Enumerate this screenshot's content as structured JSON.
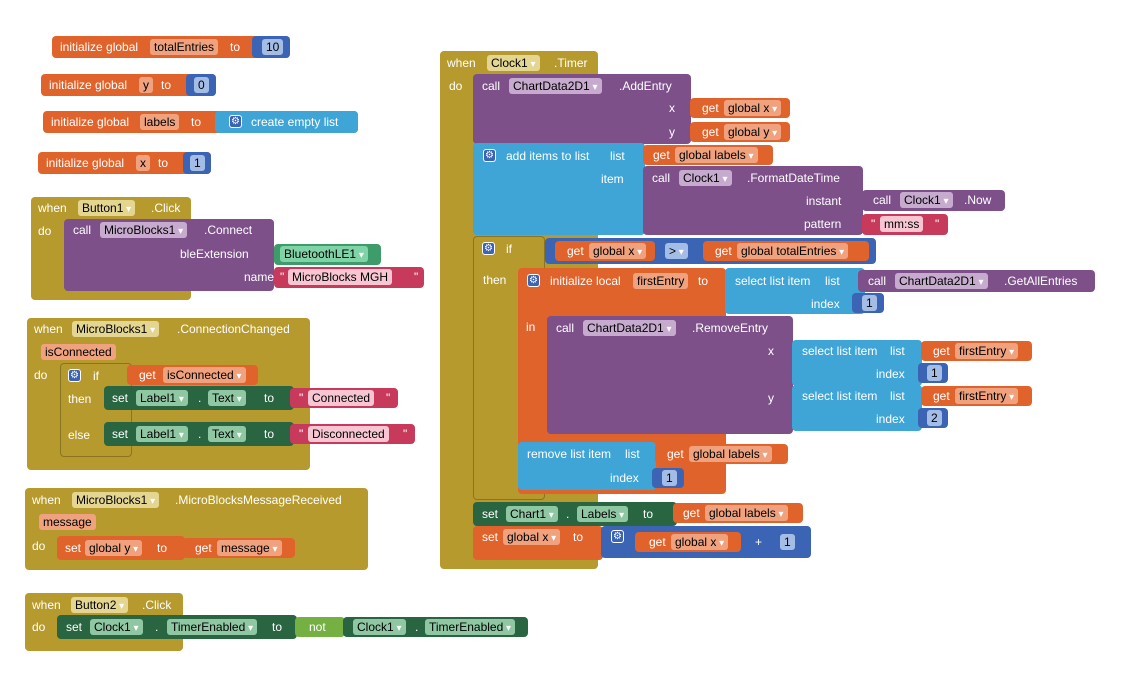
{
  "words": {
    "initialize_global": "initialize global",
    "initialize_local": "initialize local",
    "to": "to",
    "when": "when",
    "do": "do",
    "call": "call",
    "get": "get",
    "set": "set",
    "if": "if",
    "then": "then",
    "else": "else",
    "in": "in",
    "not": "not",
    "dot": ".",
    "plus": "+",
    "gt": ">",
    "create_empty_list": "create empty list",
    "add_items_to_list": "add items to list",
    "list": "list",
    "item": "item",
    "index": "index",
    "select_list_item": "select list item",
    "remove_list_item": "remove list item",
    "x": "x",
    "y": "y",
    "instant": "instant",
    "pattern": "pattern",
    "bleExtension": "bleExtension",
    "name": "name",
    "quote": "\""
  },
  "globals": {
    "totalEntries": {
      "name": "totalEntries",
      "value": "10"
    },
    "y": {
      "name": "y",
      "value": "0"
    },
    "labels": {
      "name": "labels"
    },
    "x": {
      "name": "x",
      "value": "1"
    }
  },
  "button1": {
    "component": "Button1",
    "event": ".Click",
    "call_component": "MicroBlocks1",
    "method": ".Connect",
    "ble": "BluetoothLE1",
    "device_name": "MicroBlocks MGH"
  },
  "conn": {
    "component": "MicroBlocks1",
    "event": ".ConnectionChanged",
    "param": "isConnected",
    "get_param": "isConnected",
    "label": "Label1",
    "prop": "Text",
    "connected": "Connected",
    "disconnected": "Disconnected"
  },
  "msg": {
    "component": "MicroBlocks1",
    "event": ".MicroBlocksMessageReceived",
    "param": "message",
    "set_var": "global y",
    "get_var": "message"
  },
  "button2": {
    "component": "Button2",
    "event": ".Click",
    "set_component": "Clock1",
    "prop": "TimerEnabled",
    "get_component": "Clock1",
    "get_prop": "TimerEnabled"
  },
  "timer": {
    "component": "Clock1",
    "event": ".Timer",
    "chart": "ChartData2D1",
    "add_entry": ".AddEntry",
    "get_global_x": "global x",
    "get_global_y": "global y",
    "get_global_labels": "global labels",
    "clock": "Clock1",
    "format": ".FormatDateTime",
    "now": ".Now",
    "pattern": "mm:ss",
    "get_global_total": "global totalEntries",
    "local_name": "firstEntry",
    "get_all": ".GetAllEntries",
    "index1": "1",
    "index2": "2",
    "remove_entry": ".RemoveEntry",
    "get_first": "firstEntry",
    "chart1": "Chart1",
    "labels_prop": "Labels",
    "set_var_x": "global x",
    "plus_value": "1"
  }
}
